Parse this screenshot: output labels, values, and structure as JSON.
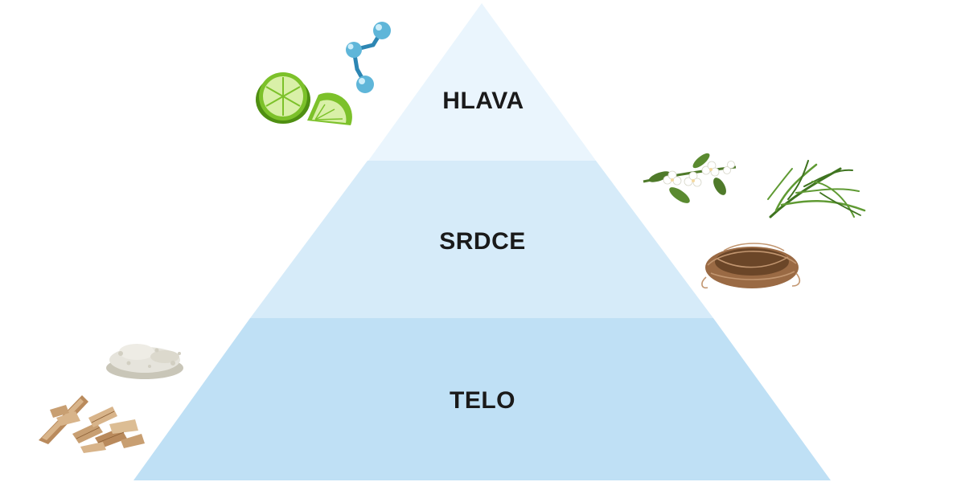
{
  "pyramid": {
    "tiers": [
      {
        "id": "top",
        "label": "HLAVA",
        "color": "#eaf5fd"
      },
      {
        "id": "middle",
        "label": "SRDCE",
        "color": "#d6ebf9"
      },
      {
        "id": "bottom",
        "label": "TELO",
        "color": "#bfe0f5"
      }
    ],
    "label_color": "#1a1a1a"
  },
  "illustrations": [
    {
      "icon": "lime-icon",
      "colors": [
        "#7cc12a",
        "#d9f0a8",
        "#4f8f12"
      ]
    },
    {
      "icon": "molecule-icon",
      "colors": [
        "#5fb6d9",
        "#9fd8ee",
        "#2d86b3"
      ]
    },
    {
      "icon": "jasmine-icon",
      "colors": [
        "#4f7a2a",
        "#ffffff",
        "#f4d9a0"
      ]
    },
    {
      "icon": "seaweed-icon",
      "colors": [
        "#5f9a33",
        "#3f7420"
      ]
    },
    {
      "icon": "vetiver-root-icon",
      "colors": [
        "#9a6a44",
        "#6b4628",
        "#c29670"
      ]
    },
    {
      "icon": "musk-powder-icon",
      "colors": [
        "#e6e4dc",
        "#c9c6b8"
      ]
    },
    {
      "icon": "sandalwood-chips-icon",
      "colors": [
        "#d8b48a",
        "#b98a5c",
        "#8e6238"
      ]
    }
  ]
}
